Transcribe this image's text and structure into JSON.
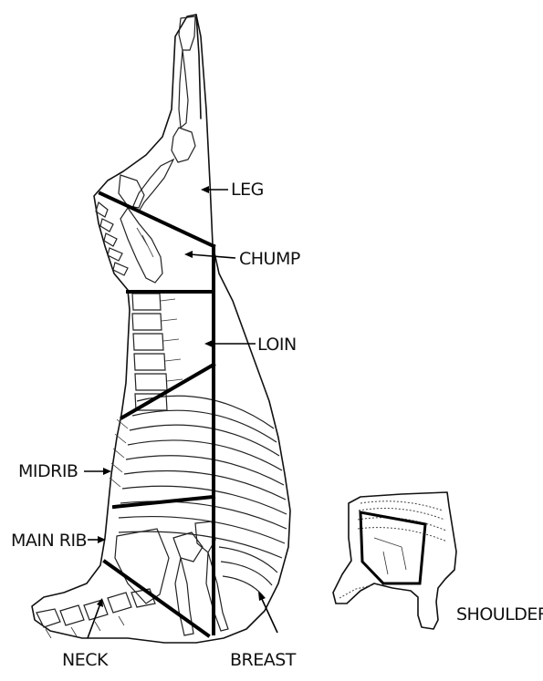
{
  "labels": {
    "leg": "LEG",
    "chump": "CHUMP",
    "loin": "LOIN",
    "midrib": "MIDRIB",
    "main_rib": "MAIN RIB",
    "neck": "NECK",
    "breast": "BREAST",
    "shoulder": "SHOULDER"
  }
}
